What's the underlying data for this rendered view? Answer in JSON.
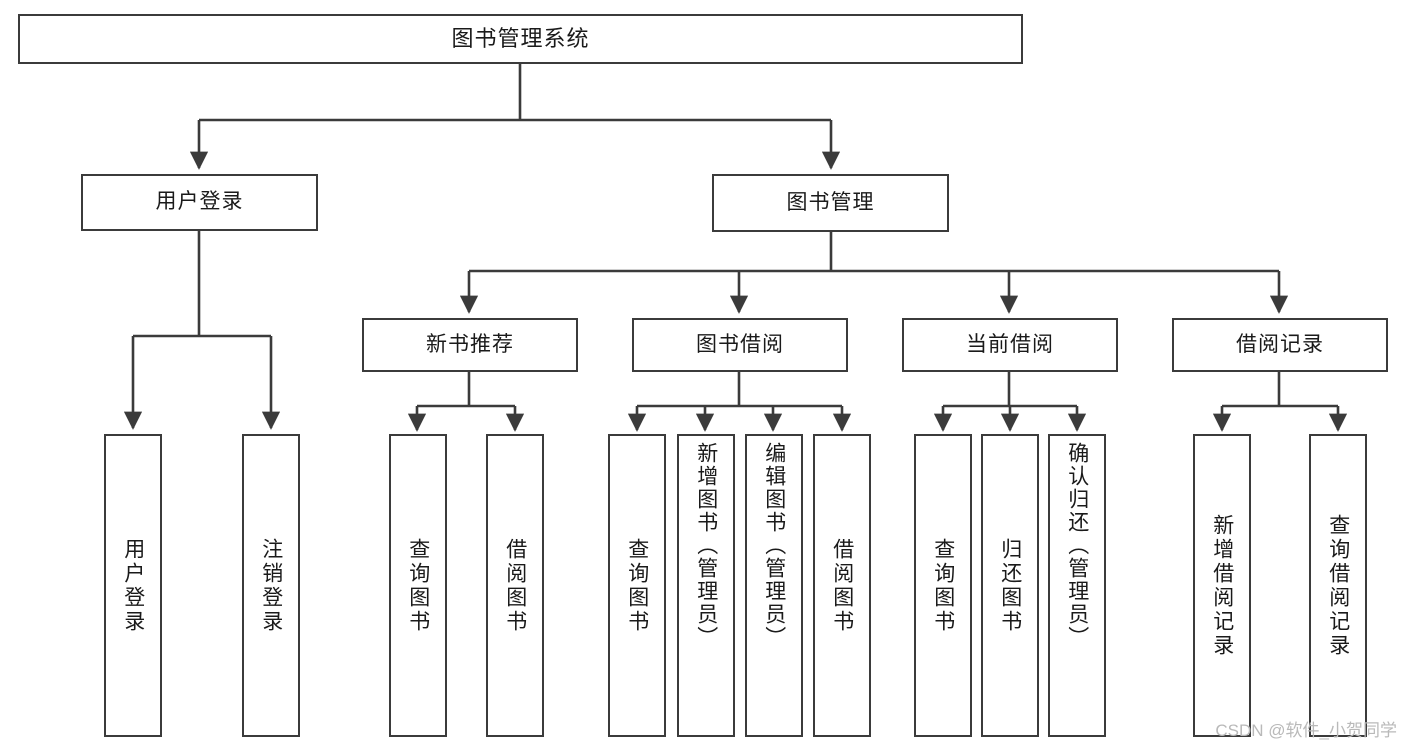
{
  "diagram": {
    "title": "图书管理系统",
    "watermark": "CSDN @软件_小贺同学",
    "stroke_color": "#3b3b3b",
    "background_color": "#ffffff",
    "text_color": "#1a1a1a",
    "watermark_color": "#b9b9b9",
    "nodes": {
      "root": "图书管理系统",
      "level1": [
        "用户登录",
        "图书管理"
      ],
      "level2": [
        "新书推荐",
        "图书借阅",
        "当前借阅",
        "借阅记录"
      ],
      "leaves": {
        "user_login": [
          "用户登录",
          "注销登录"
        ],
        "new_book": [
          "查询图书",
          "借阅图书"
        ],
        "borrow": [
          "查询图书",
          "新增图书（管理员）",
          "编辑图书（管理员）",
          "借阅图书"
        ],
        "current": [
          "查询图书",
          "归还图书",
          "确认归还（管理员）"
        ],
        "records": [
          "新增借阅记录",
          "查询借阅记录"
        ]
      }
    }
  }
}
